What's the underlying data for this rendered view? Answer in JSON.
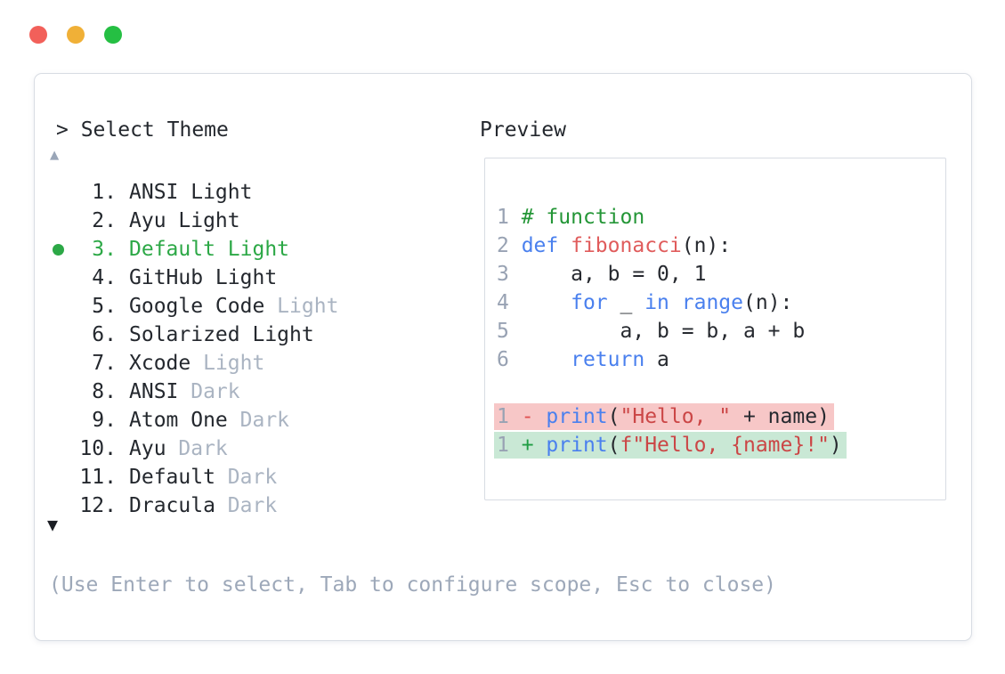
{
  "window": {
    "controls": [
      {
        "name": "close-button",
        "color_var": "tl_red"
      },
      {
        "name": "minimize-button",
        "color_var": "tl_yellow"
      },
      {
        "name": "zoom-button",
        "color_var": "tl_green"
      }
    ]
  },
  "icons": {
    "scroll_up": "▲",
    "scroll_down": "▼",
    "selected_dot": "●"
  },
  "theme_selector": {
    "prompt": "> Select Theme",
    "items": [
      {
        "num": "1.",
        "label": "ANSI Light",
        "suffix": "",
        "selected": false
      },
      {
        "num": "2.",
        "label": "Ayu Light",
        "suffix": "",
        "selected": false
      },
      {
        "num": "3.",
        "label": "Default Light",
        "suffix": "",
        "selected": true
      },
      {
        "num": "4.",
        "label": "GitHub Light",
        "suffix": "",
        "selected": false
      },
      {
        "num": "5.",
        "label": "Google Code",
        "suffix": "Light",
        "selected": false
      },
      {
        "num": "6.",
        "label": "Solarized Light",
        "suffix": "",
        "selected": false
      },
      {
        "num": "7.",
        "label": "Xcode",
        "suffix": "Light",
        "selected": false
      },
      {
        "num": "8.",
        "label": "ANSI",
        "suffix": "Dark",
        "selected": false
      },
      {
        "num": "9.",
        "label": "Atom One",
        "suffix": "Dark",
        "selected": false
      },
      {
        "num": "10.",
        "label": "Ayu",
        "suffix": "Dark",
        "selected": false
      },
      {
        "num": "11.",
        "label": "Default",
        "suffix": "Dark",
        "selected": false
      },
      {
        "num": "12.",
        "label": "Dracula",
        "suffix": "Dark",
        "selected": false
      }
    ],
    "hint": "(Use Enter to select, Tab to configure scope, Esc to close)"
  },
  "preview": {
    "title": "Preview",
    "code_lines": [
      {
        "num": "1",
        "tokens": [
          {
            "c": "comment",
            "t": "# function"
          }
        ]
      },
      {
        "num": "2",
        "tokens": [
          {
            "c": "kw",
            "t": "def"
          },
          {
            "c": "plain",
            "t": " "
          },
          {
            "c": "fn",
            "t": "fibonacci"
          },
          {
            "c": "plain",
            "t": "(n):"
          }
        ]
      },
      {
        "num": "3",
        "tokens": [
          {
            "c": "plain",
            "t": "    a, b = 0, 1"
          }
        ]
      },
      {
        "num": "4",
        "tokens": [
          {
            "c": "plain",
            "t": "    "
          },
          {
            "c": "kw",
            "t": "for"
          },
          {
            "c": "plain",
            "t": " _ "
          },
          {
            "c": "kw",
            "t": "in"
          },
          {
            "c": "plain",
            "t": " "
          },
          {
            "c": "kw",
            "t": "range"
          },
          {
            "c": "plain",
            "t": "(n):"
          }
        ]
      },
      {
        "num": "5",
        "tokens": [
          {
            "c": "plain",
            "t": "        a, b = b, a + b"
          }
        ]
      },
      {
        "num": "6",
        "tokens": [
          {
            "c": "plain",
            "t": "    "
          },
          {
            "c": "kw",
            "t": "return"
          },
          {
            "c": "plain",
            "t": " a"
          }
        ]
      }
    ],
    "diff_lines": [
      {
        "num": "1",
        "sign": "-",
        "bg_var": "diff_red_bg",
        "tokens": [
          {
            "c": "kw",
            "t": "print"
          },
          {
            "c": "plain",
            "t": "("
          },
          {
            "c": "str",
            "t": "\"Hello, \""
          },
          {
            "c": "plain",
            "t": " + name)"
          }
        ]
      },
      {
        "num": "1",
        "sign": "+",
        "bg_var": "diff_green_bg",
        "tokens": [
          {
            "c": "kw",
            "t": "print"
          },
          {
            "c": "plain",
            "t": "("
          },
          {
            "c": "str",
            "t": "f\"Hello, {name}!\""
          },
          {
            "c": "plain",
            "t": ")"
          }
        ]
      }
    ]
  },
  "colors": {
    "vars": {
      "tl_red": "#f2605a",
      "tl_yellow": "#f0b037",
      "tl_green": "#25bf43",
      "border": "#d8dce3",
      "text": "#24282e",
      "code_text": "#26292f",
      "muted": "#aab4c2",
      "hint": "#9da8b9",
      "accent": "#2ca846",
      "arrow_up": "#9aa6b8",
      "arrow_down": "#1b1e24",
      "ln": "#98a2b3",
      "kw": "#4a80ee",
      "fn": "#e05c5c",
      "str": "#cb4646",
      "comment": "#249637",
      "minus": "#e05252",
      "plus": "#1f9d44",
      "diff_red_bg": "#f7c7c7",
      "diff_green_bg": "#c9e8d5"
    }
  }
}
